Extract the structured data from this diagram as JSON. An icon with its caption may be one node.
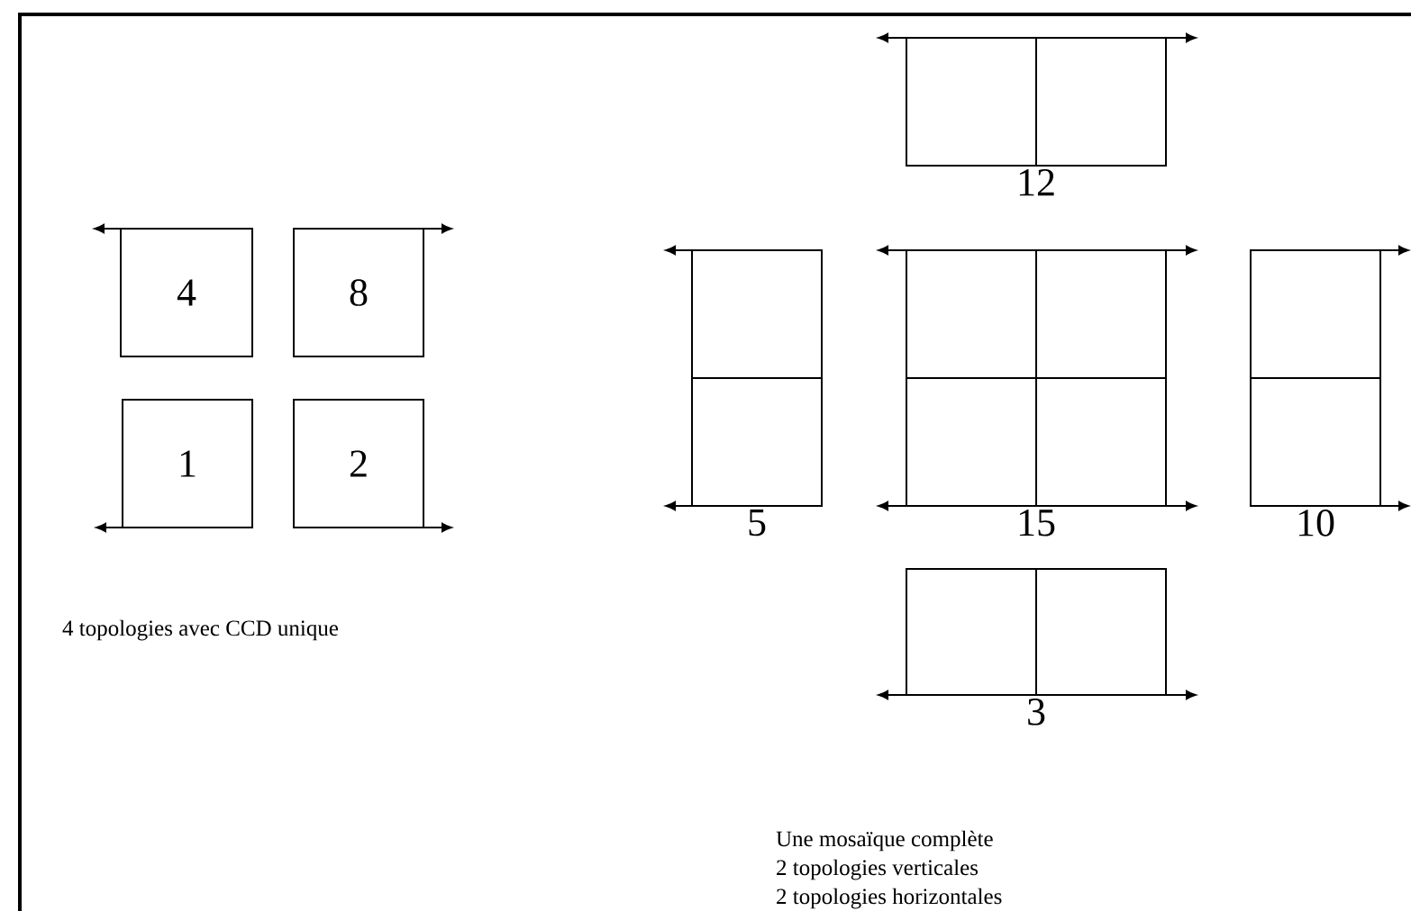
{
  "diagram": {
    "nodes": [
      {
        "text": [
          "4"
        ]
      },
      {
        "text": [
          "8"
        ]
      },
      {
        "text": [
          "1"
        ]
      },
      {
        "text": [
          "2"
        ]
      },
      {
        "text": [
          "12"
        ]
      },
      {
        "text": [
          "5"
        ]
      },
      {
        "text": [
          "15"
        ]
      },
      {
        "text": [
          "10"
        ]
      },
      {
        "text": [
          "3"
        ]
      }
    ],
    "labels": [
      "4 topologies avec CCD unique",
      "Une mosaïque complète",
      "2 topologies verticales",
      "2 topologies horizontales"
    ]
  }
}
